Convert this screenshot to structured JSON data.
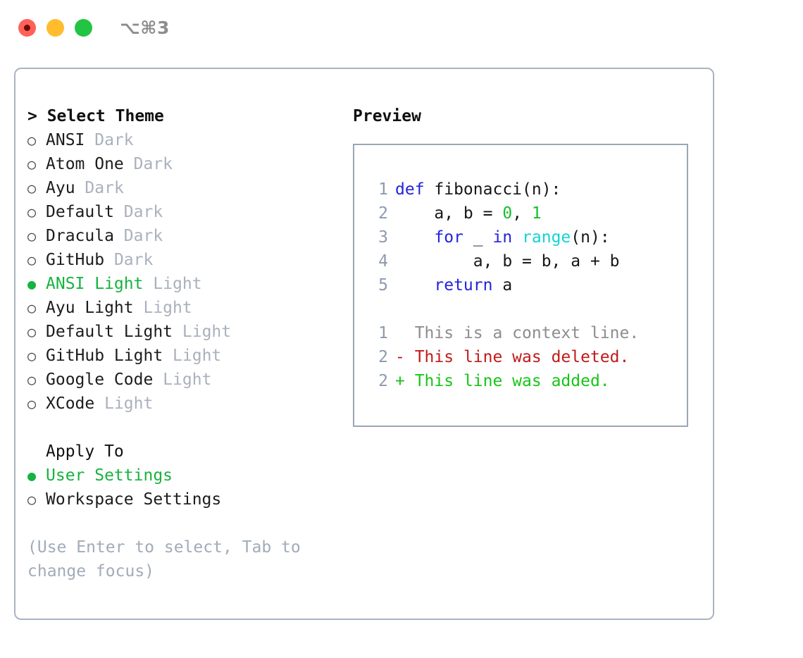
{
  "window": {
    "shortcut_label": "⌥⌘3",
    "traffic_lights": [
      {
        "name": "close",
        "color": "#ff6159"
      },
      {
        "name": "minimize",
        "color": "#ffbd2e"
      },
      {
        "name": "maximize",
        "color": "#23c343"
      }
    ]
  },
  "theme_picker": {
    "heading": "> Select Theme",
    "cursor_glyph": ">",
    "bullet_unselected": "○",
    "bullet_selected": "●",
    "options": [
      {
        "name": "ANSI",
        "kind": "Dark",
        "selected": false
      },
      {
        "name": "Atom One",
        "kind": "Dark",
        "selected": false
      },
      {
        "name": "Ayu",
        "kind": "Dark",
        "selected": false
      },
      {
        "name": "Default",
        "kind": "Dark",
        "selected": false
      },
      {
        "name": "Dracula",
        "kind": "Dark",
        "selected": false
      },
      {
        "name": "GitHub",
        "kind": "Dark",
        "selected": false
      },
      {
        "name": "ANSI Light",
        "kind": "Light",
        "selected": true
      },
      {
        "name": "Ayu Light",
        "kind": "Light",
        "selected": false
      },
      {
        "name": "Default Light",
        "kind": "Light",
        "selected": false
      },
      {
        "name": "GitHub Light",
        "kind": "Light",
        "selected": false
      },
      {
        "name": "Google Code",
        "kind": "Light",
        "selected": false
      },
      {
        "name": "XCode",
        "kind": "Light",
        "selected": false
      }
    ]
  },
  "apply_to": {
    "heading": "Apply To",
    "options": [
      {
        "name": "User Settings",
        "selected": true
      },
      {
        "name": "Workspace Settings",
        "selected": false
      }
    ]
  },
  "hint": "(Use Enter to select, Tab to change focus)",
  "preview": {
    "title": "Preview",
    "code_lines": [
      {
        "num": "1",
        "tokens": [
          {
            "text": "def ",
            "cls": "tok-kw"
          },
          {
            "text": "fibonacci(n):",
            "cls": "tok-txt"
          }
        ]
      },
      {
        "num": "2",
        "tokens": [
          {
            "text": "    a, b = ",
            "cls": "tok-txt"
          },
          {
            "text": "0",
            "cls": "tok-num"
          },
          {
            "text": ", ",
            "cls": "tok-txt"
          },
          {
            "text": "1",
            "cls": "tok-num"
          }
        ]
      },
      {
        "num": "3",
        "tokens": [
          {
            "text": "    ",
            "cls": "tok-txt"
          },
          {
            "text": "for",
            "cls": "tok-kw"
          },
          {
            "text": " _ ",
            "cls": "tok-txt"
          },
          {
            "text": "in",
            "cls": "tok-kw"
          },
          {
            "text": " ",
            "cls": "tok-txt"
          },
          {
            "text": "range",
            "cls": "tok-fn"
          },
          {
            "text": "(n):",
            "cls": "tok-txt"
          }
        ]
      },
      {
        "num": "4",
        "tokens": [
          {
            "text": "        a, b = b, a + b",
            "cls": "tok-txt"
          }
        ]
      },
      {
        "num": "5",
        "tokens": [
          {
            "text": "    ",
            "cls": "tok-txt"
          },
          {
            "text": "return",
            "cls": "tok-kw"
          },
          {
            "text": " a",
            "cls": "tok-txt"
          }
        ]
      }
    ],
    "diff_lines": [
      {
        "num": "1",
        "marker": " ",
        "text": " This is a context line.",
        "cls": "diff-ctx"
      },
      {
        "num": "2",
        "marker": "-",
        "text": " This line was deleted.",
        "cls": "diff-del"
      },
      {
        "num": "2",
        "marker": "+",
        "text": " This line was added.",
        "cls": "diff-add"
      }
    ]
  },
  "colors": {
    "accent_green": "#17b33f",
    "panel_border": "#a9b4c2",
    "preview_border": "#9aa6b5",
    "muted_text": "#aab1bd",
    "line_number": "#8d9aae",
    "keyword_blue": "#2323dd",
    "function_cyan": "#16d2d2",
    "number_green": "#15bd2e",
    "diff_delete_red": "#c11a1a",
    "diff_add_green": "#16c516"
  }
}
